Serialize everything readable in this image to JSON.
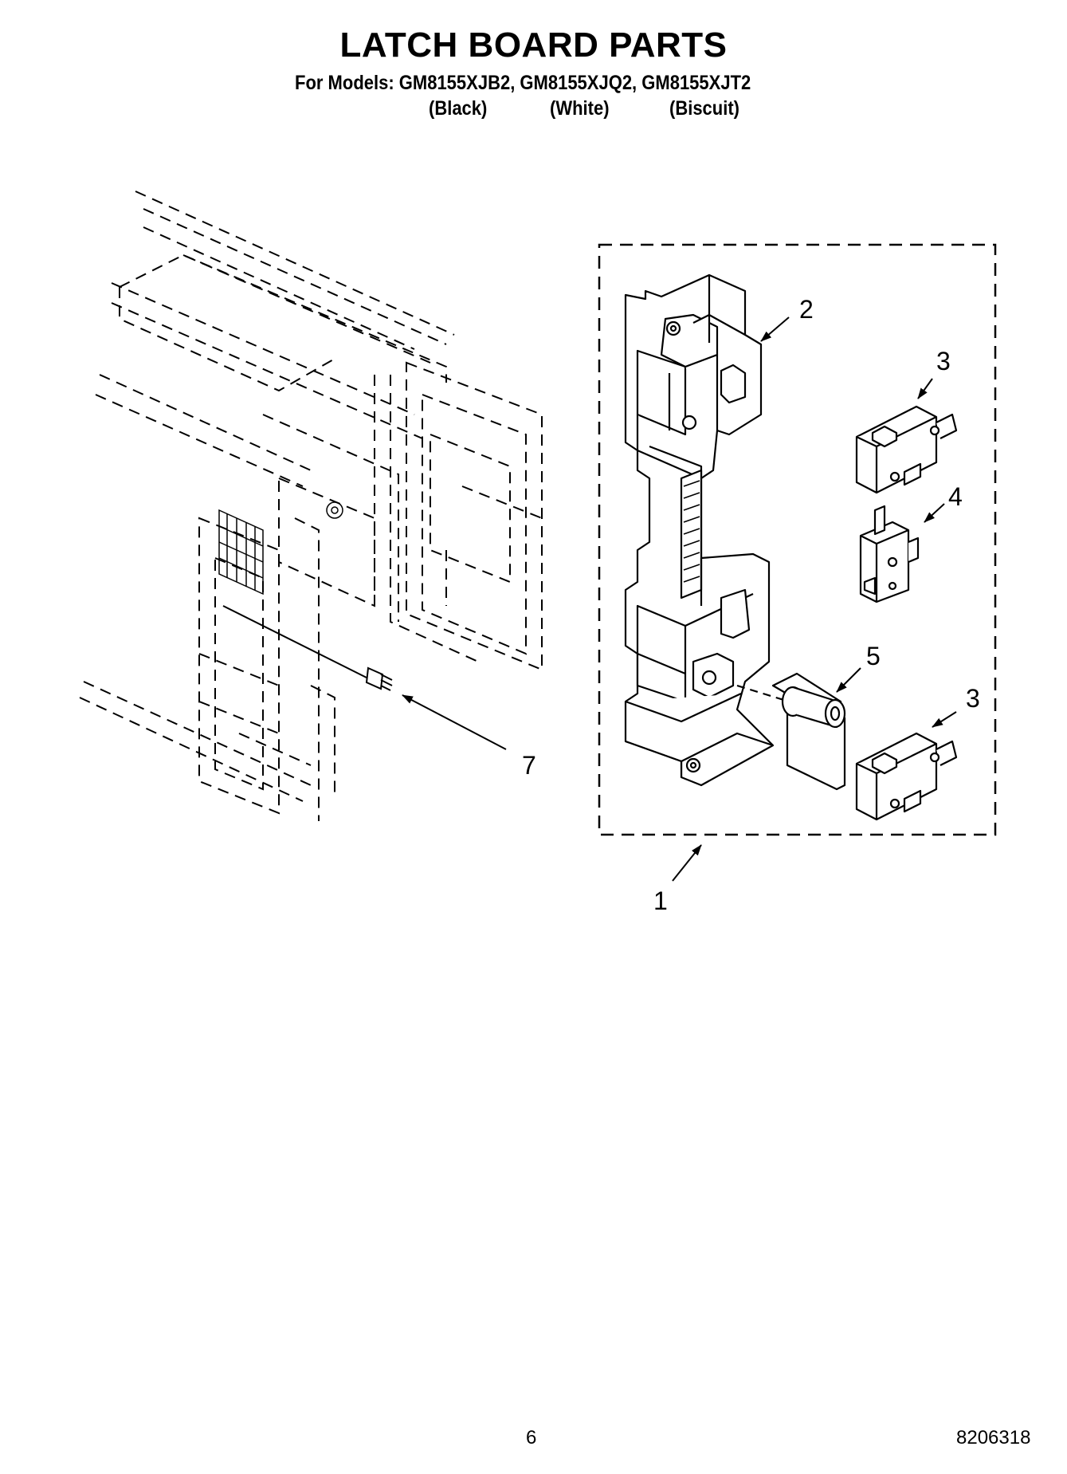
{
  "header": {
    "title": "LATCH BOARD PARTS",
    "models_line": "For Models: GM8155XJB2, GM8155XJQ2, GM8155XJT2",
    "variants": [
      "(Black)",
      "(White)",
      "(Biscuit)"
    ]
  },
  "callouts": [
    {
      "id": "1",
      "label": "1"
    },
    {
      "id": "2",
      "label": "2"
    },
    {
      "id": "3a",
      "label": "3"
    },
    {
      "id": "4",
      "label": "4"
    },
    {
      "id": "5",
      "label": "5"
    },
    {
      "id": "3b",
      "label": "3"
    },
    {
      "id": "7",
      "label": "7"
    }
  ],
  "footer": {
    "page_number": "6",
    "document_number": "8206318"
  }
}
